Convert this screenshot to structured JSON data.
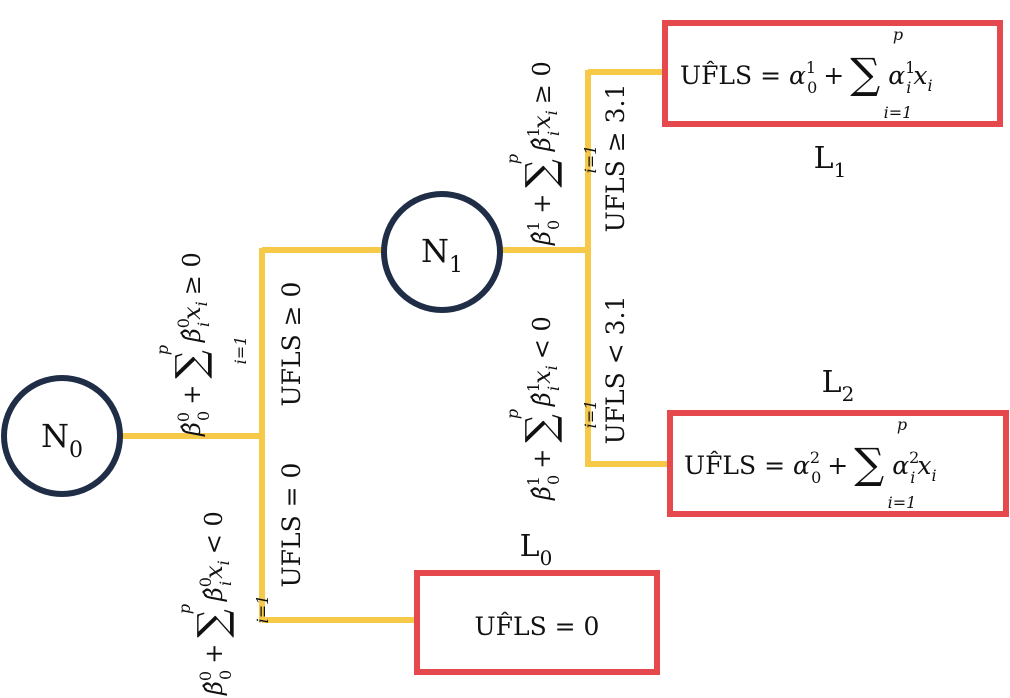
{
  "colors": {
    "edge": "#f7c948",
    "node_stroke": "#1f2d47",
    "leaf_stroke": "#e5484d",
    "text": "#111111"
  },
  "nodes": [
    {
      "id": "N0",
      "label": "N",
      "sub": "0"
    },
    {
      "id": "N1",
      "label": "N",
      "sub": "1"
    }
  ],
  "leaves": [
    {
      "id": "L0",
      "name": "L",
      "sub": "0",
      "formula": "UF̂LS = 0"
    },
    {
      "id": "L1",
      "name": "L",
      "sub": "1",
      "formula_lhs": "UF̂LS = ",
      "alpha0_sup": "1",
      "sum_upper": "p",
      "sum_lower": "i=1",
      "alpha_sup": "1"
    },
    {
      "id": "L2",
      "name": "L",
      "sub": "2",
      "formula_lhs": "UF̂LS = ",
      "alpha0_sup": "2",
      "sum_upper": "p",
      "sum_lower": "i=1",
      "alpha_sup": "2"
    }
  ],
  "edges": {
    "n0_upper_cond": "UFLS ≥ 0",
    "n0_lower_cond": "UFLS = 0",
    "n1_upper_cond": "UFLS ≥ 3.1",
    "n1_lower_cond": "UFLS < 3.1",
    "n0_upper_split": {
      "beta_sup": "0",
      "relation": "≥ 0"
    },
    "n0_lower_split": {
      "beta_sup": "0",
      "relation": "< 0"
    },
    "n1_upper_split": {
      "beta_sup": "1",
      "relation": "≥ 0"
    },
    "n1_lower_split": {
      "beta_sup": "1",
      "relation": "< 0"
    }
  }
}
